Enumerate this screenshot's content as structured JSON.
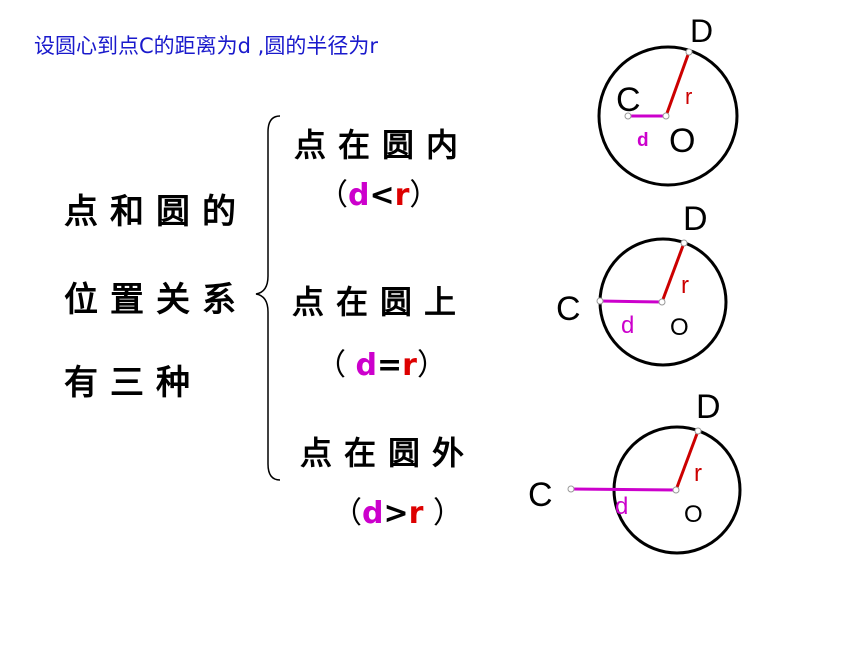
{
  "intro": "设圆心到点C的距离为d ,圆的半径为r",
  "left_title": {
    "line1": "点和圆的",
    "line2": "位置关系",
    "line3": "有三种"
  },
  "cases": [
    {
      "label": "点在圆内",
      "open": "（",
      "d": "d",
      "op": "<",
      "r": "r",
      "close": "）"
    },
    {
      "label": "点在圆上",
      "open": "（ ",
      "d": "d",
      "op": "=",
      "r": "r",
      "close": "）"
    },
    {
      "label": "点在圆外",
      "open": "（",
      "d": "d",
      "op": ">",
      "r": "r",
      "close": " ）"
    }
  ],
  "diagrams": [
    {
      "point_c": "C",
      "center_o": "O",
      "point_d": "D",
      "radius": "r",
      "distance": "d"
    },
    {
      "point_c": "C",
      "center_o": "O",
      "point_d": "D",
      "radius": "r",
      "distance": "d"
    },
    {
      "point_c": "C",
      "center_o": "O",
      "point_d": "D",
      "radius": "r",
      "distance": "d"
    }
  ],
  "colors": {
    "intro_text": "#1a1acc",
    "d_segment": "#cc00cc",
    "r_segment": "#cc0000",
    "circle": "#000000"
  }
}
